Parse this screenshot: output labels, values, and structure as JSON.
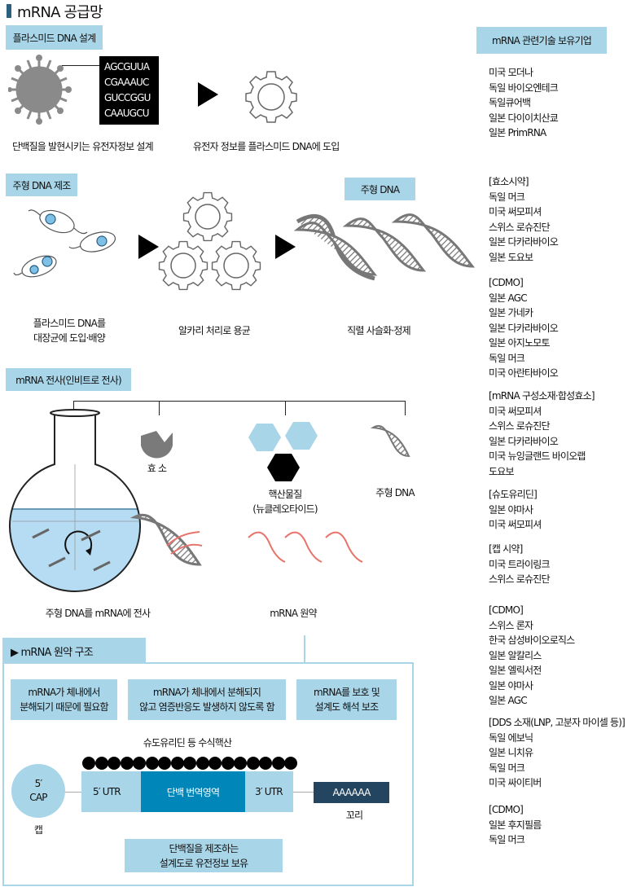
{
  "title": "mRNA 공급망",
  "colors": {
    "accent": "#a8d5e8",
    "title_bar": "#2d5f7e",
    "coding": "#0086b8",
    "tail": "#24455f",
    "rna_red": "#e8736b",
    "icon_gray": "#8a8a8a"
  },
  "step1": {
    "label": "플라스미드 DNA 설계",
    "sequence": [
      "AGCGUUA",
      "CGAAAUC",
      "GUCCGGU",
      "CAAUGCU"
    ],
    "caption_left": "단백질을 발현시키는 유전자정보  설계",
    "caption_right": "유전자 정보를 플라스미드 DNA에 도입"
  },
  "step2": {
    "label": "주형 DNA 제조",
    "label_right": "주형 DNA",
    "caption1": [
      "플라스미드 DNA를",
      "대장균에 도입·배양"
    ],
    "caption2": "알카리 처리로 용균",
    "caption3": "직렬 사슬화·정제"
  },
  "step3": {
    "label": "mRNA 전사(인비트로 전사)",
    "enzyme": "효 소",
    "nucleotide": [
      "핵산물질",
      "(뉴클레오타이드)"
    ],
    "template": "주형 DNA",
    "caption_left": "주형 DNA를 mRNA에 전사",
    "caption_right": "mRNA 원약"
  },
  "structure": {
    "header": "▶ mRNA 원약 구조",
    "notes": [
      [
        "mRNA가 체내에서",
        "분해되기 때문에 필요함"
      ],
      [
        "mRNA가 체내에서 분해되지",
        "않고 염증반응도 발생하지 않도록 함"
      ],
      [
        "mRNA를 보호 및",
        "설계도 해석 보조"
      ]
    ],
    "modified": "슈도유리딘 등 수식핵산",
    "cap": [
      "5′",
      "CAP"
    ],
    "cap_label": "캡",
    "utr5": "5′ UTR",
    "coding": "단백 번역영역",
    "utr3": "3′ UTR",
    "tail": "AAAAAA",
    "tail_label": "꼬리",
    "bottom_note": [
      "단백질을 제조하는",
      "설계도로 유전정보 보유"
    ]
  },
  "companies": {
    "header": "mRNA 관련기술 보유기업",
    "groups": [
      [
        "미국 모더나",
        "독일 바이오엔테크",
        "독일큐어백",
        "일본 다이이치산쿄",
        "일본 PrimRNA"
      ],
      [
        "[효소시약]",
        "독일 머크",
        "미국 써모피셔",
        "스위스 로슈진단",
        "일본 다카라바이오",
        "일본 도요보"
      ],
      [
        "[CDMO]",
        "일본 AGC",
        "일본 가네카",
        "일본 다카라바이오",
        "일본 아지노모토",
        "독일 머크",
        "미국 아란타바이오"
      ],
      [
        "[mRNA 구성소재·합성효소]",
        "미국 써모피셔",
        "스위스 로슈진단",
        "일본 다카라바이오",
        "미국 뉴잉글랜드 바이오랩",
        "도요보"
      ],
      [
        "[슈도유리딘]",
        "일본 야마사",
        "미국 써모피셔"
      ],
      [
        "[캡 시약]",
        "미국 트라이링크",
        "스위스 로슈진단"
      ],
      [
        "[CDMO]",
        "스위스 론자",
        "한국 삼성바이오로직스",
        "일본 알칼리스",
        "일본 엘릭서전",
        "일본 야마사",
        "일본 AGC"
      ],
      [
        "[DDS 소재(LNP, 고분자 마이셀 등)]",
        "독일 에보닉",
        "일본 니치유",
        "독일 머크",
        "미국 싸이티버"
      ],
      [
        "[CDMO]",
        "일본 후지필름",
        "독일 머크"
      ]
    ]
  }
}
